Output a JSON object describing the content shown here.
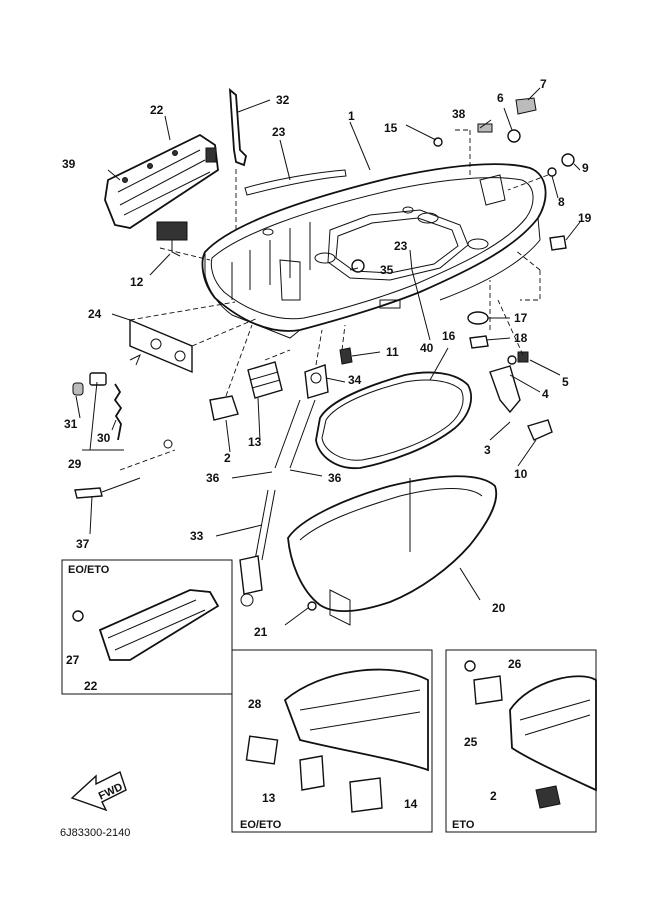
{
  "labels": {
    "p1": "1",
    "p2a": "2",
    "p2b": "2",
    "p3": "3",
    "p4": "4",
    "p5": "5",
    "p6": "6",
    "p7": "7",
    "p8": "8",
    "p9": "9",
    "p10": "10",
    "p11": "11",
    "p12": "12",
    "p13a": "13",
    "p13b": "13",
    "p14": "14",
    "p15": "15",
    "p16": "16",
    "p17": "17",
    "p18": "18",
    "p19": "19",
    "p20": "20",
    "p21": "21",
    "p22a": "22",
    "p22b": "22",
    "p23a": "23",
    "p23b": "23",
    "p24": "24",
    "p25": "25",
    "p26": "26",
    "p27": "27",
    "p28": "28",
    "p29": "29",
    "p30": "30",
    "p31": "31",
    "p32": "32",
    "p33": "33",
    "p34": "34",
    "p35": "35",
    "p36a": "36",
    "p36b": "36",
    "p37": "37",
    "p38": "38",
    "p39": "39",
    "p40": "40"
  },
  "insets": {
    "eo_eto_top": "EO/ETO",
    "eo_eto_bottom": "EO/ETO",
    "eto": "ETO"
  },
  "fwd_arrow_text": "FWD",
  "document_code": "6J83300-2140"
}
